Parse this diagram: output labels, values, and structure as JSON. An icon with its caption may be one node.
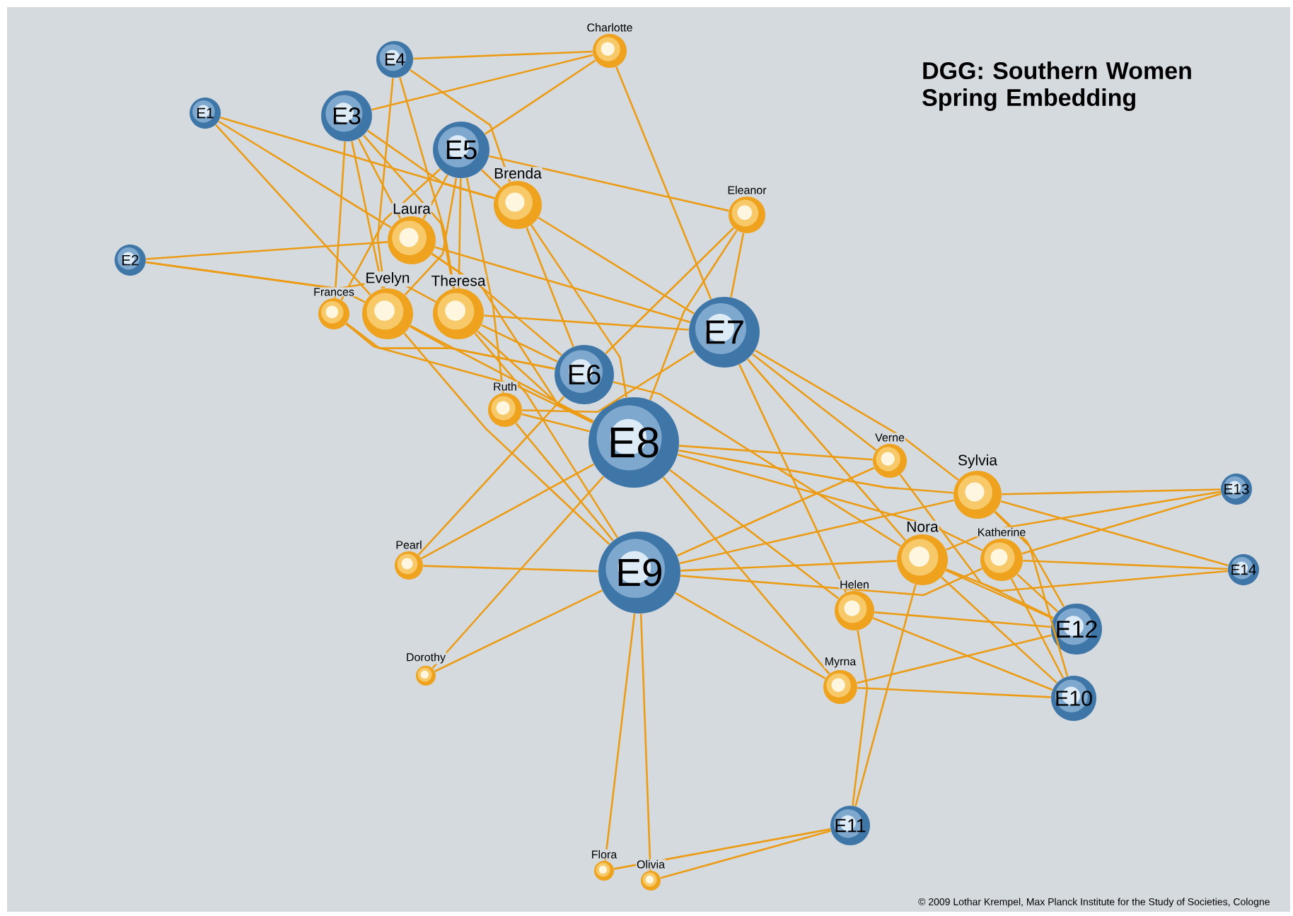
{
  "diagram": {
    "title": "DGG: Southern Women Spring Embedding",
    "nodes": [
      {
        "text": [
          "E1"
        ]
      },
      {
        "text": [
          "E2"
        ]
      },
      {
        "text": [
          "E3"
        ]
      },
      {
        "text": [
          "E4"
        ]
      },
      {
        "text": [
          "E5"
        ]
      },
      {
        "text": [
          "E6"
        ]
      },
      {
        "text": [
          "E7"
        ]
      },
      {
        "text": [
          "E8"
        ]
      },
      {
        "text": [
          "E9"
        ]
      },
      {
        "text": [
          "E10"
        ]
      },
      {
        "text": [
          "E11"
        ]
      },
      {
        "text": [
          "E12"
        ]
      },
      {
        "text": [
          "E13"
        ]
      },
      {
        "text": [
          "E14"
        ]
      },
      {
        "text": [
          "Charlotte"
        ]
      },
      {
        "text": [
          "Brenda"
        ]
      },
      {
        "text": [
          "Eleanor"
        ]
      },
      {
        "text": [
          "Laura"
        ]
      },
      {
        "text": [
          "Evelyn"
        ]
      },
      {
        "text": [
          "Theresa"
        ]
      },
      {
        "text": [
          "Frances"
        ]
      },
      {
        "text": [
          "Ruth"
        ]
      },
      {
        "text": [
          "Verne"
        ]
      },
      {
        "text": [
          "Sylvia"
        ]
      },
      {
        "text": [
          "Nora"
        ]
      },
      {
        "text": [
          "Katherine"
        ]
      },
      {
        "text": [
          "Pearl"
        ]
      },
      {
        "text": [
          "Helen"
        ]
      },
      {
        "text": [
          "Dorothy"
        ]
      },
      {
        "text": [
          "Myrna"
        ]
      },
      {
        "text": [
          "Flora"
        ]
      },
      {
        "text": [
          "Olivia"
        ]
      }
    ],
    "edges": [
      {
        "from": 18,
        "to": 0,
        "arrow": "none"
      },
      {
        "from": 18,
        "to": 1,
        "arrow": "none"
      },
      {
        "from": 18,
        "to": 2,
        "arrow": "none"
      },
      {
        "from": 18,
        "to": 3,
        "arrow": "none"
      },
      {
        "from": 18,
        "to": 4,
        "arrow": "none"
      },
      {
        "from": 18,
        "to": 5,
        "arrow": "none"
      },
      {
        "from": 18,
        "to": 7,
        "arrow": "none"
      },
      {
        "from": 18,
        "to": 8,
        "arrow": "none"
      },
      {
        "from": 17,
        "to": 0,
        "arrow": "none"
      },
      {
        "from": 17,
        "to": 1,
        "arrow": "none"
      },
      {
        "from": 17,
        "to": 2,
        "arrow": "none"
      },
      {
        "from": 17,
        "to": 4,
        "arrow": "none"
      },
      {
        "from": 17,
        "to": 5,
        "arrow": "none"
      },
      {
        "from": 17,
        "to": 6,
        "arrow": "none"
      },
      {
        "from": 17,
        "to": 7,
        "arrow": "none"
      },
      {
        "from": 19,
        "to": 1,
        "arrow": "none"
      },
      {
        "from": 19,
        "to": 2,
        "arrow": "none"
      },
      {
        "from": 19,
        "to": 3,
        "arrow": "none"
      },
      {
        "from": 19,
        "to": 4,
        "arrow": "none"
      },
      {
        "from": 19,
        "to": 5,
        "arrow": "none"
      },
      {
        "from": 19,
        "to": 6,
        "arrow": "none"
      },
      {
        "from": 19,
        "to": 7,
        "arrow": "none"
      },
      {
        "from": 19,
        "to": 8,
        "arrow": "none"
      },
      {
        "from": 15,
        "to": 0,
        "arrow": "none"
      },
      {
        "from": 15,
        "to": 2,
        "arrow": "none"
      },
      {
        "from": 15,
        "to": 3,
        "arrow": "none"
      },
      {
        "from": 15,
        "to": 4,
        "arrow": "none"
      },
      {
        "from": 15,
        "to": 5,
        "arrow": "none"
      },
      {
        "from": 15,
        "to": 6,
        "arrow": "none"
      },
      {
        "from": 15,
        "to": 7,
        "arrow": "none"
      },
      {
        "from": 14,
        "to": 2,
        "arrow": "none"
      },
      {
        "from": 14,
        "to": 3,
        "arrow": "none"
      },
      {
        "from": 14,
        "to": 4,
        "arrow": "none"
      },
      {
        "from": 14,
        "to": 6,
        "arrow": "none"
      },
      {
        "from": 20,
        "to": 2,
        "arrow": "none"
      },
      {
        "from": 20,
        "to": 4,
        "arrow": "none"
      },
      {
        "from": 20,
        "to": 5,
        "arrow": "none"
      },
      {
        "from": 20,
        "to": 7,
        "arrow": "none"
      },
      {
        "from": 16,
        "to": 4,
        "arrow": "none"
      },
      {
        "from": 16,
        "to": 5,
        "arrow": "none"
      },
      {
        "from": 16,
        "to": 6,
        "arrow": "none"
      },
      {
        "from": 16,
        "to": 7,
        "arrow": "none"
      },
      {
        "from": 26,
        "to": 5,
        "arrow": "none"
      },
      {
        "from": 26,
        "to": 7,
        "arrow": "none"
      },
      {
        "from": 26,
        "to": 8,
        "arrow": "none"
      },
      {
        "from": 21,
        "to": 4,
        "arrow": "none"
      },
      {
        "from": 21,
        "to": 6,
        "arrow": "none"
      },
      {
        "from": 21,
        "to": 7,
        "arrow": "none"
      },
      {
        "from": 21,
        "to": 8,
        "arrow": "none"
      },
      {
        "from": 22,
        "to": 6,
        "arrow": "none"
      },
      {
        "from": 22,
        "to": 7,
        "arrow": "none"
      },
      {
        "from": 22,
        "to": 8,
        "arrow": "none"
      },
      {
        "from": 22,
        "to": 11,
        "arrow": "none"
      },
      {
        "from": 29,
        "to": 7,
        "arrow": "none"
      },
      {
        "from": 29,
        "to": 8,
        "arrow": "none"
      },
      {
        "from": 29,
        "to": 9,
        "arrow": "none"
      },
      {
        "from": 29,
        "to": 11,
        "arrow": "none"
      },
      {
        "from": 25,
        "to": 7,
        "arrow": "none"
      },
      {
        "from": 25,
        "to": 8,
        "arrow": "none"
      },
      {
        "from": 25,
        "to": 9,
        "arrow": "none"
      },
      {
        "from": 25,
        "to": 11,
        "arrow": "none"
      },
      {
        "from": 25,
        "to": 12,
        "arrow": "none"
      },
      {
        "from": 25,
        "to": 13,
        "arrow": "none"
      },
      {
        "from": 23,
        "to": 6,
        "arrow": "none"
      },
      {
        "from": 23,
        "to": 7,
        "arrow": "none"
      },
      {
        "from": 23,
        "to": 8,
        "arrow": "none"
      },
      {
        "from": 23,
        "to": 9,
        "arrow": "none"
      },
      {
        "from": 23,
        "to": 11,
        "arrow": "none"
      },
      {
        "from": 23,
        "to": 12,
        "arrow": "none"
      },
      {
        "from": 23,
        "to": 13,
        "arrow": "none"
      },
      {
        "from": 24,
        "to": 5,
        "arrow": "none"
      },
      {
        "from": 24,
        "to": 6,
        "arrow": "none"
      },
      {
        "from": 24,
        "to": 8,
        "arrow": "none"
      },
      {
        "from": 24,
        "to": 9,
        "arrow": "none"
      },
      {
        "from": 24,
        "to": 10,
        "arrow": "none"
      },
      {
        "from": 24,
        "to": 11,
        "arrow": "none"
      },
      {
        "from": 24,
        "to": 12,
        "arrow": "none"
      },
      {
        "from": 24,
        "to": 13,
        "arrow": "none"
      },
      {
        "from": 27,
        "to": 6,
        "arrow": "none"
      },
      {
        "from": 27,
        "to": 7,
        "arrow": "none"
      },
      {
        "from": 27,
        "to": 9,
        "arrow": "none"
      },
      {
        "from": 27,
        "to": 10,
        "arrow": "none"
      },
      {
        "from": 27,
        "to": 11,
        "arrow": "none"
      },
      {
        "from": 28,
        "to": 7,
        "arrow": "none"
      },
      {
        "from": 28,
        "to": 8,
        "arrow": "none"
      },
      {
        "from": 31,
        "to": 8,
        "arrow": "none"
      },
      {
        "from": 31,
        "to": 10,
        "arrow": "none"
      },
      {
        "from": 30,
        "to": 8,
        "arrow": "none"
      },
      {
        "from": 30,
        "to": 10,
        "arrow": "none"
      }
    ],
    "labels": [
      "© 2009 Lothar Krempel, Max Planck Institute for the Study of Societies, Cologne"
    ]
  }
}
